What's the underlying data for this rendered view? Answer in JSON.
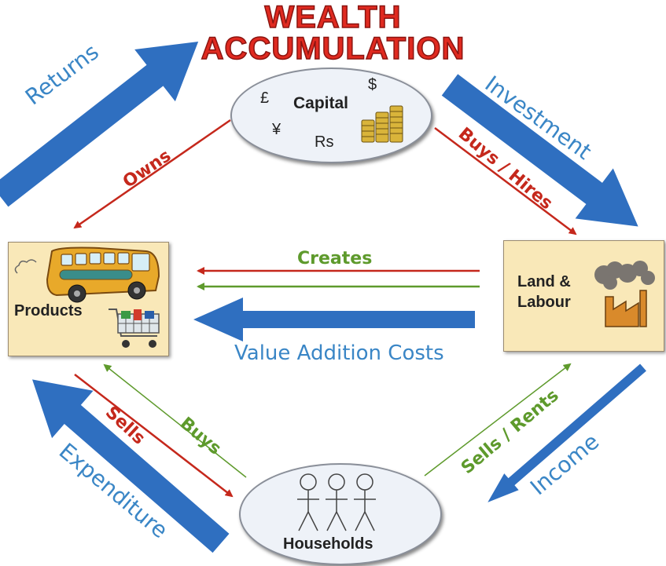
{
  "title": {
    "line1": "WEALTH",
    "line2": "ACCUMULATION"
  },
  "nodes": {
    "capital": {
      "label": "Capital",
      "symbols": [
        "£",
        "$",
        "¥",
        "Rs"
      ]
    },
    "products": {
      "label": "Products"
    },
    "land_labour": {
      "label_line1": "Land &",
      "label_line2": "Labour"
    },
    "households": {
      "label": "Households"
    }
  },
  "flows": {
    "returns": "Returns",
    "investment": "Investment",
    "expenditure": "Expenditure",
    "income": "Income",
    "value_addition": "Value Addition Costs",
    "owns": "Owns",
    "buys_hires": "Buys / Hires",
    "creates": "Creates",
    "sells": "Sells",
    "buys": "Buys",
    "sells_rents": "Sells / Rents"
  },
  "colors": {
    "blue": "#2f6fc0",
    "red": "#c5281c",
    "green": "#5e9a2c",
    "title": "#e02a20"
  }
}
